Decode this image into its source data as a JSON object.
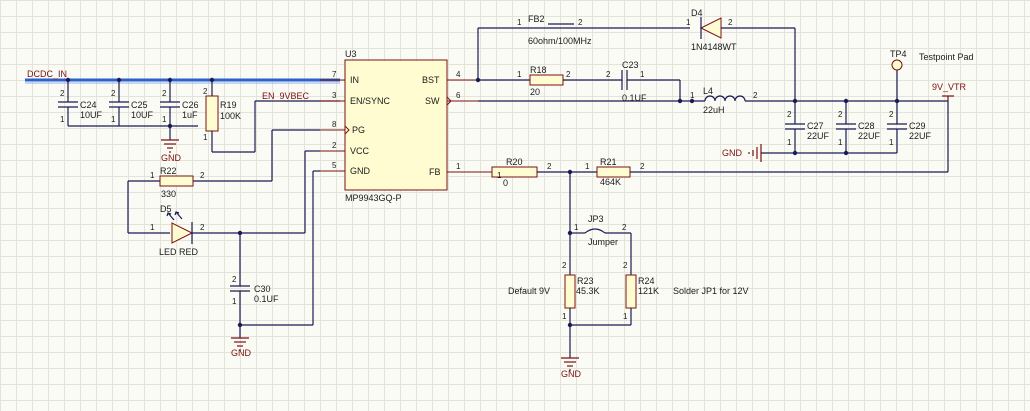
{
  "nets": {
    "dcdc_in": "DCDC_IN",
    "en_9vbec": "EN_9VBEC",
    "out_9v": "9V_VTR",
    "gnd": "GND"
  },
  "u3": {
    "designator": "U3",
    "part": "MP9943GQ-P",
    "pins_left": [
      {
        "num": "7",
        "name": "IN"
      },
      {
        "num": "3",
        "name": "EN/SYNC"
      },
      {
        "num": "8",
        "name": "PG"
      },
      {
        "num": "2",
        "name": "VCC"
      },
      {
        "num": "5",
        "name": "GND"
      }
    ],
    "pins_right": [
      {
        "num": "4",
        "name": "BST"
      },
      {
        "num": "6",
        "name": "SW"
      },
      {
        "num": "1",
        "name": "FB"
      }
    ]
  },
  "caps": {
    "c24": {
      "ref": "C24",
      "val": "10UF"
    },
    "c25": {
      "ref": "C25",
      "val": "10UF"
    },
    "c26": {
      "ref": "C26",
      "val": "1uF"
    },
    "c23": {
      "ref": "C23",
      "val": "0.1UF"
    },
    "c27": {
      "ref": "C27",
      "val": "22UF"
    },
    "c28": {
      "ref": "C28",
      "val": "22UF"
    },
    "c29": {
      "ref": "C29",
      "val": "22UF"
    },
    "c30": {
      "ref": "C30",
      "val": "0.1UF"
    }
  },
  "resistors": {
    "r19": {
      "ref": "R19",
      "val": "100K"
    },
    "r18": {
      "ref": "R18",
      "val": "20"
    },
    "r20": {
      "ref": "R20",
      "val": "0"
    },
    "r21": {
      "ref": "R21",
      "val": "464K"
    },
    "r22": {
      "ref": "R22",
      "val": "330"
    },
    "r23": {
      "ref": "R23",
      "val": "45.3K"
    },
    "r24": {
      "ref": "R24",
      "val": "121K"
    }
  },
  "fb2": {
    "ref": "FB2",
    "val": "60ohm/100MHz"
  },
  "d4": {
    "ref": "D4",
    "val": "1N4148WT"
  },
  "l4": {
    "ref": "L4",
    "val": "22uH"
  },
  "d5": {
    "ref": "D5",
    "val": "LED RED"
  },
  "tp4": {
    "ref": "TP4",
    "val": "Testpoint Pad"
  },
  "jp3": {
    "ref": "JP3",
    "val": "Jumper"
  },
  "notes": {
    "default": "Default 9V",
    "solder": "Solder JP1 for 12V"
  },
  "pin_numbers": {
    "one": "1",
    "two": "2"
  }
}
